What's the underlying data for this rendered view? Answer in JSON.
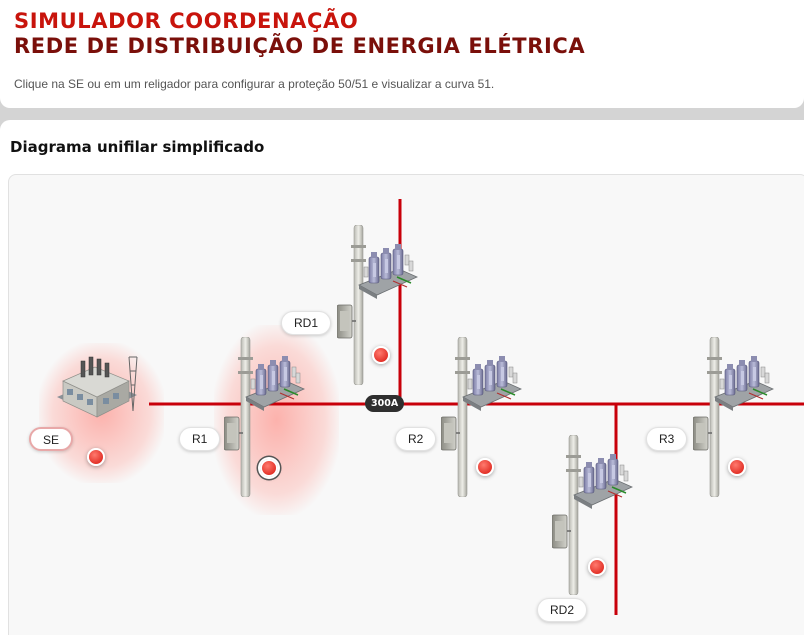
{
  "header": {
    "title_line1": "SIMULADOR COORDENAÇÃO",
    "title_line2": "REDE DE DISTRIBUIÇÃO DE ENERGIA ELÉTRICA",
    "subtitle": "Clique na SE ou em um religador para configurar a proteção 50/51 e visualizar a curva 51."
  },
  "diagram": {
    "title": "Diagrama unifilar simplificado",
    "line_color": "#c8000a",
    "current_badge": "300A",
    "nodes": [
      {
        "id": "se",
        "label": "SE",
        "kind": "substation",
        "status": "alarm",
        "highlighted": true
      },
      {
        "id": "r1",
        "label": "R1",
        "kind": "recloser",
        "status": "alarm",
        "highlighted": true,
        "selected": true
      },
      {
        "id": "rd1",
        "label": "RD1",
        "kind": "recloser",
        "status": "alarm"
      },
      {
        "id": "r2",
        "label": "R2",
        "kind": "recloser",
        "status": "alarm"
      },
      {
        "id": "rd2",
        "label": "RD2",
        "kind": "recloser",
        "status": "alarm"
      },
      {
        "id": "r3",
        "label": "R3",
        "kind": "recloser",
        "status": "alarm"
      }
    ]
  }
}
